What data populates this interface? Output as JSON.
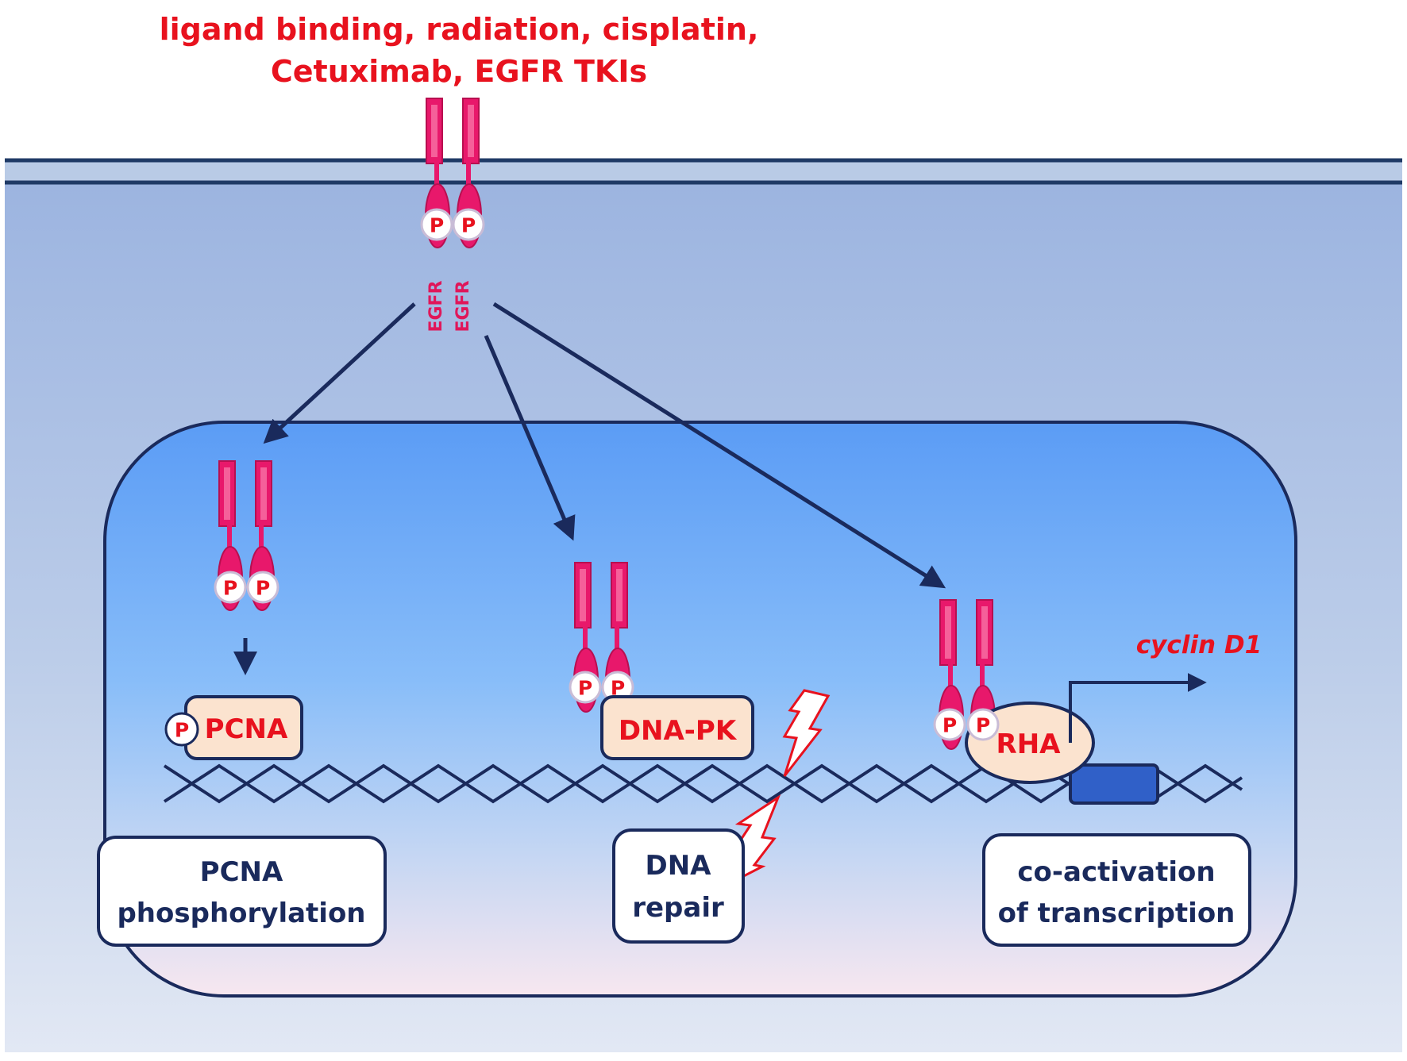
{
  "stimuli": {
    "line1": "ligand binding, radiation, cisplatin,",
    "line2": "Cetuximab, EGFR TKIs"
  },
  "receptor": {
    "label_left": "EGFR",
    "label_right": "EGFR",
    "phospho": "P"
  },
  "proteins": {
    "pcna": "PCNA",
    "dnapk": "DNA-PK",
    "rha": "RHA"
  },
  "gene": "cyclin D1",
  "outcomes": {
    "pcna_line1": "PCNA",
    "pcna_line2": "phosphorylation",
    "repair_line1": "DNA",
    "repair_line2": "repair",
    "coact_line1": "co-activation",
    "coact_line2": "of transcription"
  },
  "colors": {
    "receptor": "#e8186b",
    "label_red": "#e8121e",
    "arrow_navy": "#1a2a5c",
    "nucleus_top": "#5e9ef2",
    "cytoplasm_top": "#9db5e0",
    "protein_fill": "#fbe3cf",
    "promoter_box": "#3060c8"
  },
  "icons": [
    "receptor-dimer-icon",
    "phosphate-icon",
    "dna-helix-icon",
    "lightning-bolt-icon",
    "transcription-arrow-icon"
  ]
}
